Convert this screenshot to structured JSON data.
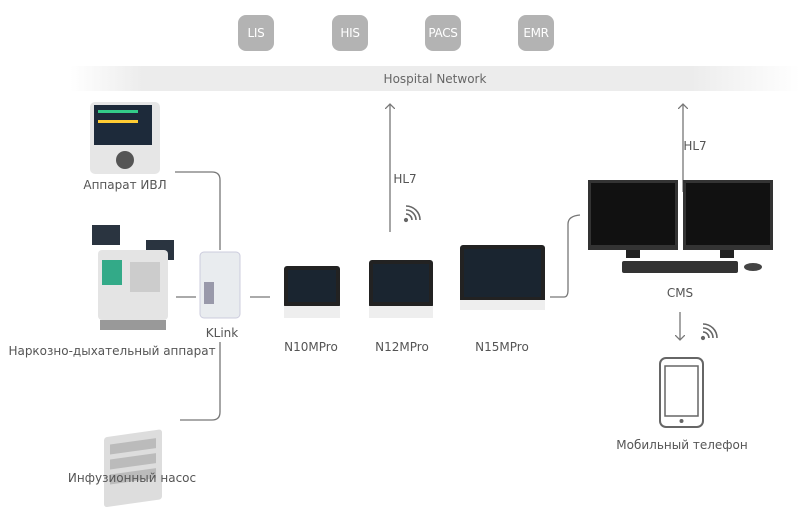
{
  "systems": [
    "LIS",
    "HIS",
    "PACS",
    "EMR"
  ],
  "network": "Hospital Network",
  "protocols": {
    "left": "HL7",
    "right": "HL7"
  },
  "devices": {
    "ventilator": "Аппарат ИВЛ",
    "anesthesia": "Наркозно-дыхательный аппарат",
    "pump": "Инфузионный насос",
    "klink": "KLink",
    "n10": "N10MPro",
    "n12": "N12MPro",
    "n15": "N15MPro",
    "cms": "CMS",
    "mobile": "Мобильный телефон"
  }
}
